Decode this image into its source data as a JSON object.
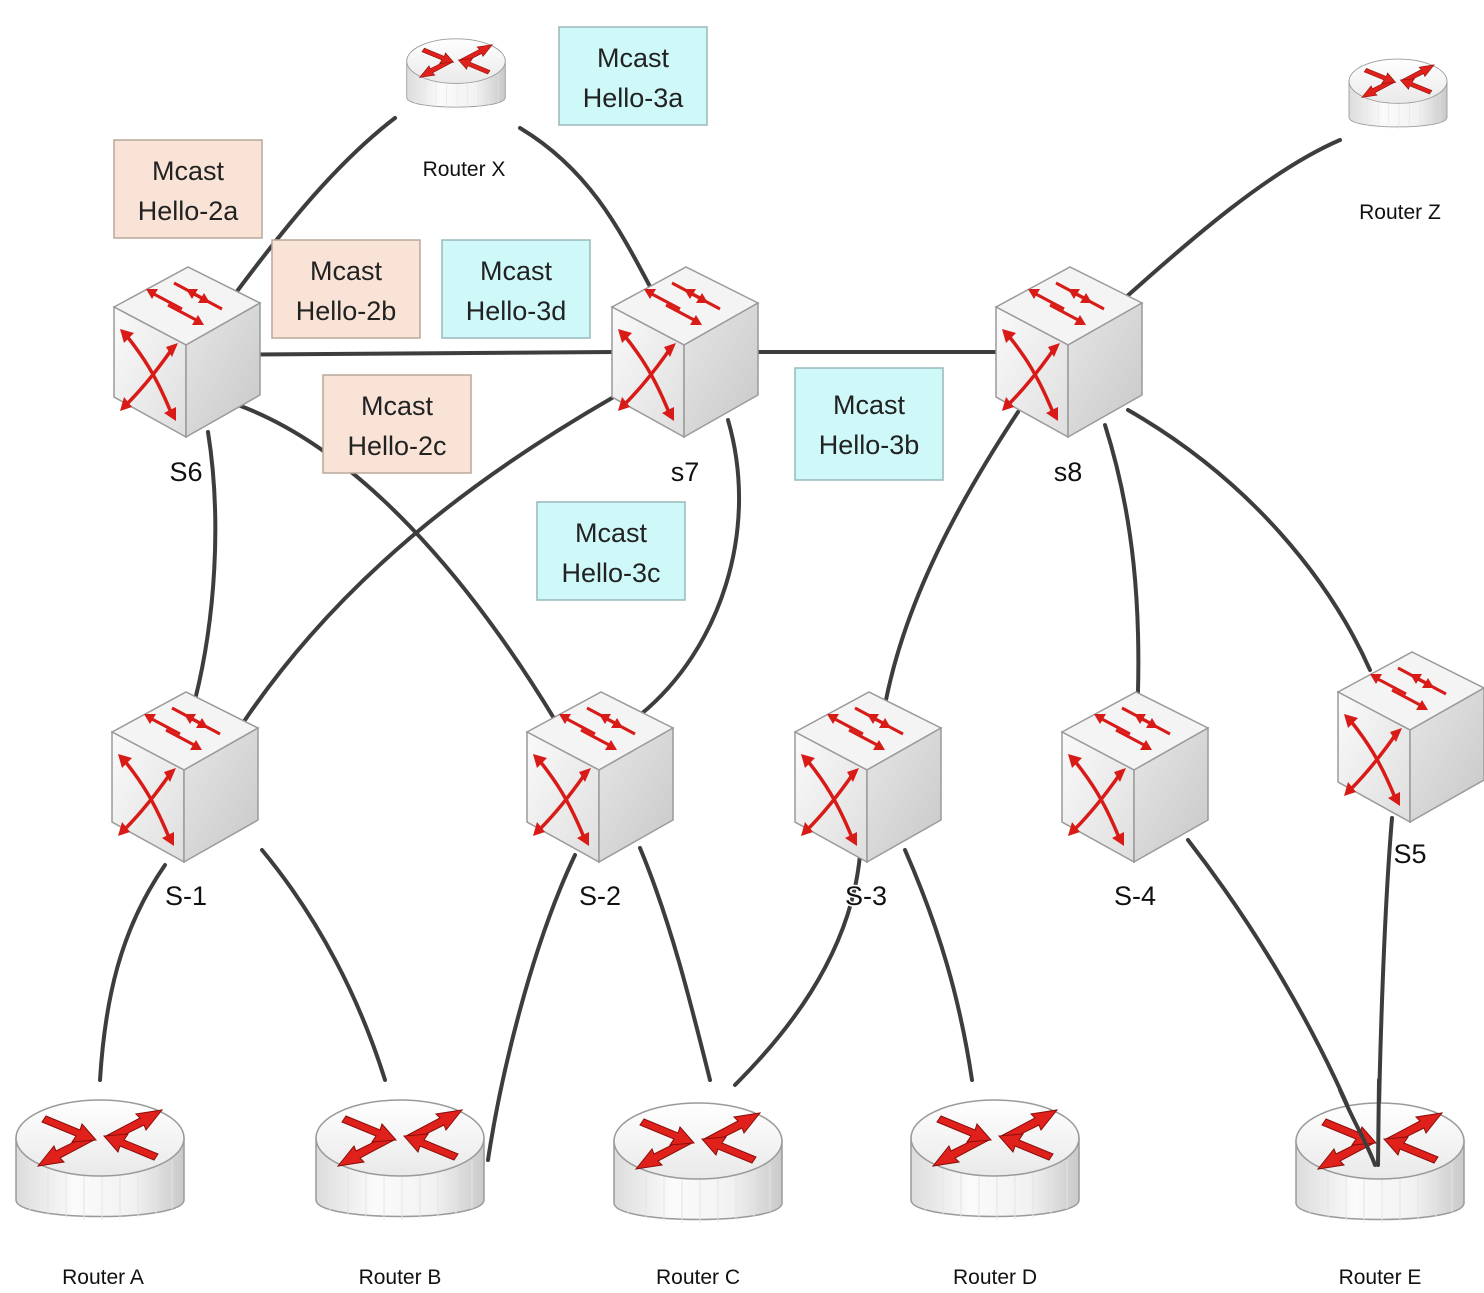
{
  "colors": {
    "link": "#3d3d3d",
    "arrow_red": "#e0201b",
    "hello2_box": "#f8e3d6",
    "hello3_box": "#cff8f8"
  },
  "nodes": {
    "router_x": "Router X",
    "router_z": "Router Z",
    "router_a": "Router A",
    "router_b": "Router B",
    "router_c": "Router C",
    "router_d": "Router D",
    "router_e": "Router E",
    "s6": "S6",
    "s7": "s7",
    "s8": "s8",
    "s_1": "S-1",
    "s_2": "S-2",
    "s_3": "S-3",
    "s_4": "S-4",
    "s5": "S5"
  },
  "messages": [
    {
      "id": "hello-2a",
      "line1": "Mcast",
      "line2": "Hello-2a",
      "group": "hello2"
    },
    {
      "id": "hello-2b",
      "line1": "Mcast",
      "line2": "Hello-2b",
      "group": "hello2"
    },
    {
      "id": "hello-2c",
      "line1": "Mcast",
      "line2": "Hello-2c",
      "group": "hello2"
    },
    {
      "id": "hello-3a",
      "line1": "Mcast",
      "line2": "Hello-3a",
      "group": "hello3"
    },
    {
      "id": "hello-3b",
      "line1": "Mcast",
      "line2": "Hello-3b",
      "group": "hello3"
    },
    {
      "id": "hello-3c",
      "line1": "Mcast",
      "line2": "Hello-3c",
      "group": "hello3"
    },
    {
      "id": "hello-3d",
      "line1": "Mcast",
      "line2": "Hello-3d",
      "group": "hello3"
    }
  ]
}
